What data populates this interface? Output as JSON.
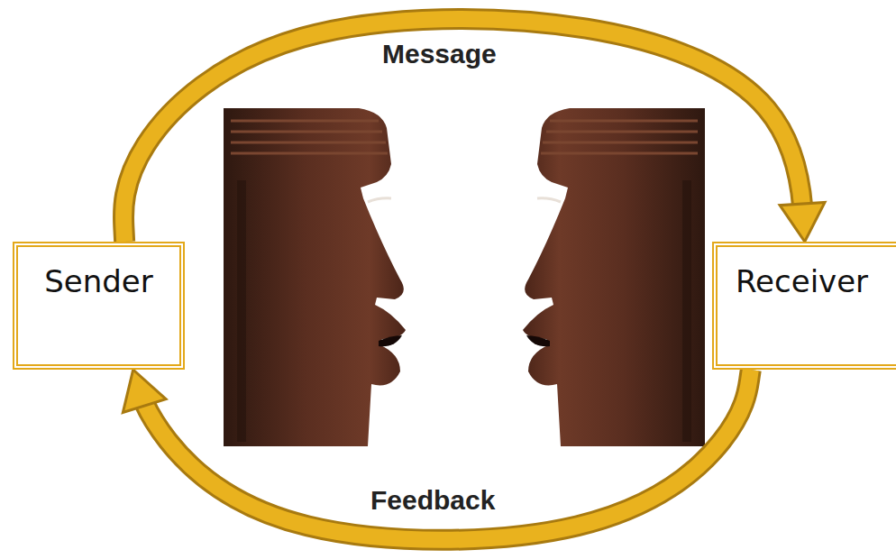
{
  "diagram": {
    "nodes": [
      {
        "text": [
          "Sender"
        ]
      },
      {
        "text": [
          "Receiver"
        ]
      }
    ],
    "edges": [
      {
        "from": 0,
        "to": 1,
        "arrow": "to",
        "label": "Message"
      },
      {
        "from": 1,
        "to": 0,
        "arrow": "to",
        "label": "Feedback"
      }
    ]
  }
}
